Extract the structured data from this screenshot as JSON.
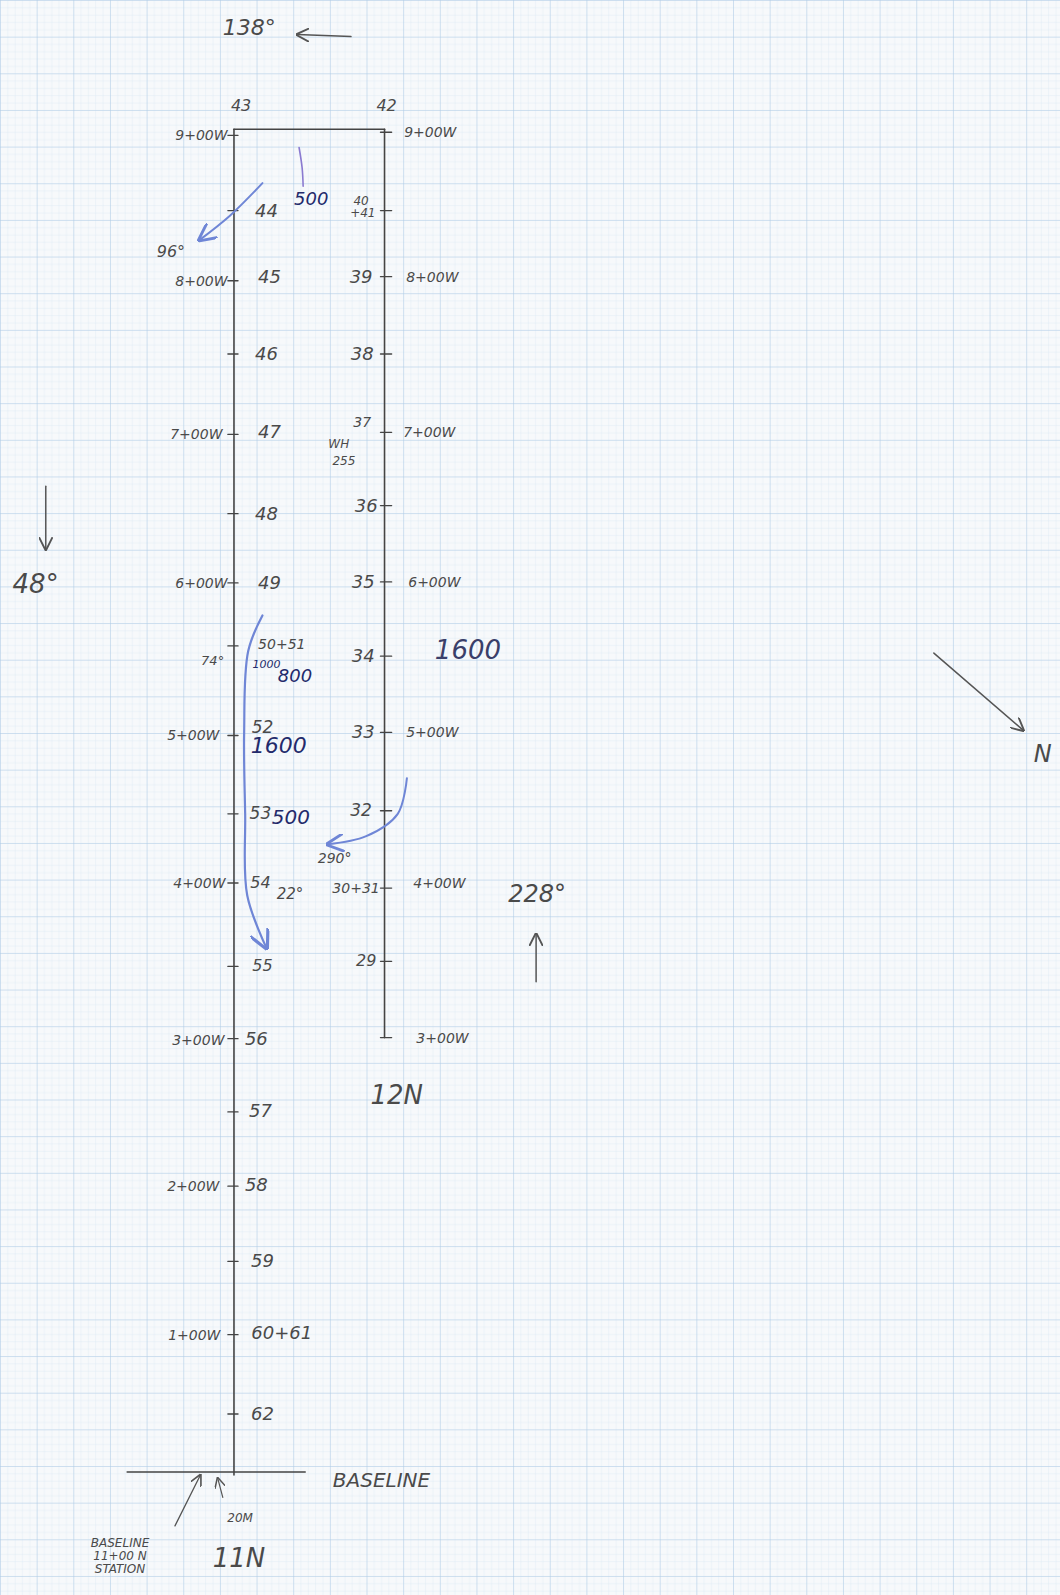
{
  "diagram": {
    "labels": [
      "138°",
      "43",
      "42",
      "9+00W",
      "9+00W",
      "44",
      "500",
      "40 +41",
      "96°",
      "8+00W",
      "45",
      "39",
      "8+00W",
      "46",
      "38",
      "7+00W",
      "47",
      "37",
      "WH",
      "255",
      "7+00W",
      "48",
      "36",
      "48°",
      "6+00W",
      "49",
      "35",
      "6+00W",
      "74°",
      "50+51",
      "1000",
      "800",
      "34",
      "1600",
      "5+00W",
      "52",
      "1600",
      "33",
      "5+00W",
      "53",
      "500",
      "32",
      "290°",
      "4+00W",
      "54",
      "22°",
      "30+31",
      "4+00W",
      "228°",
      "55",
      "29",
      "3+00W",
      "56",
      "3+00W",
      "57",
      "12N",
      "2+00W",
      "58",
      "59",
      "1+00W",
      "60+61",
      "62",
      "BASELINE",
      "20M",
      "BASELINE 11+00 N STATION",
      "11N",
      "N"
    ]
  }
}
